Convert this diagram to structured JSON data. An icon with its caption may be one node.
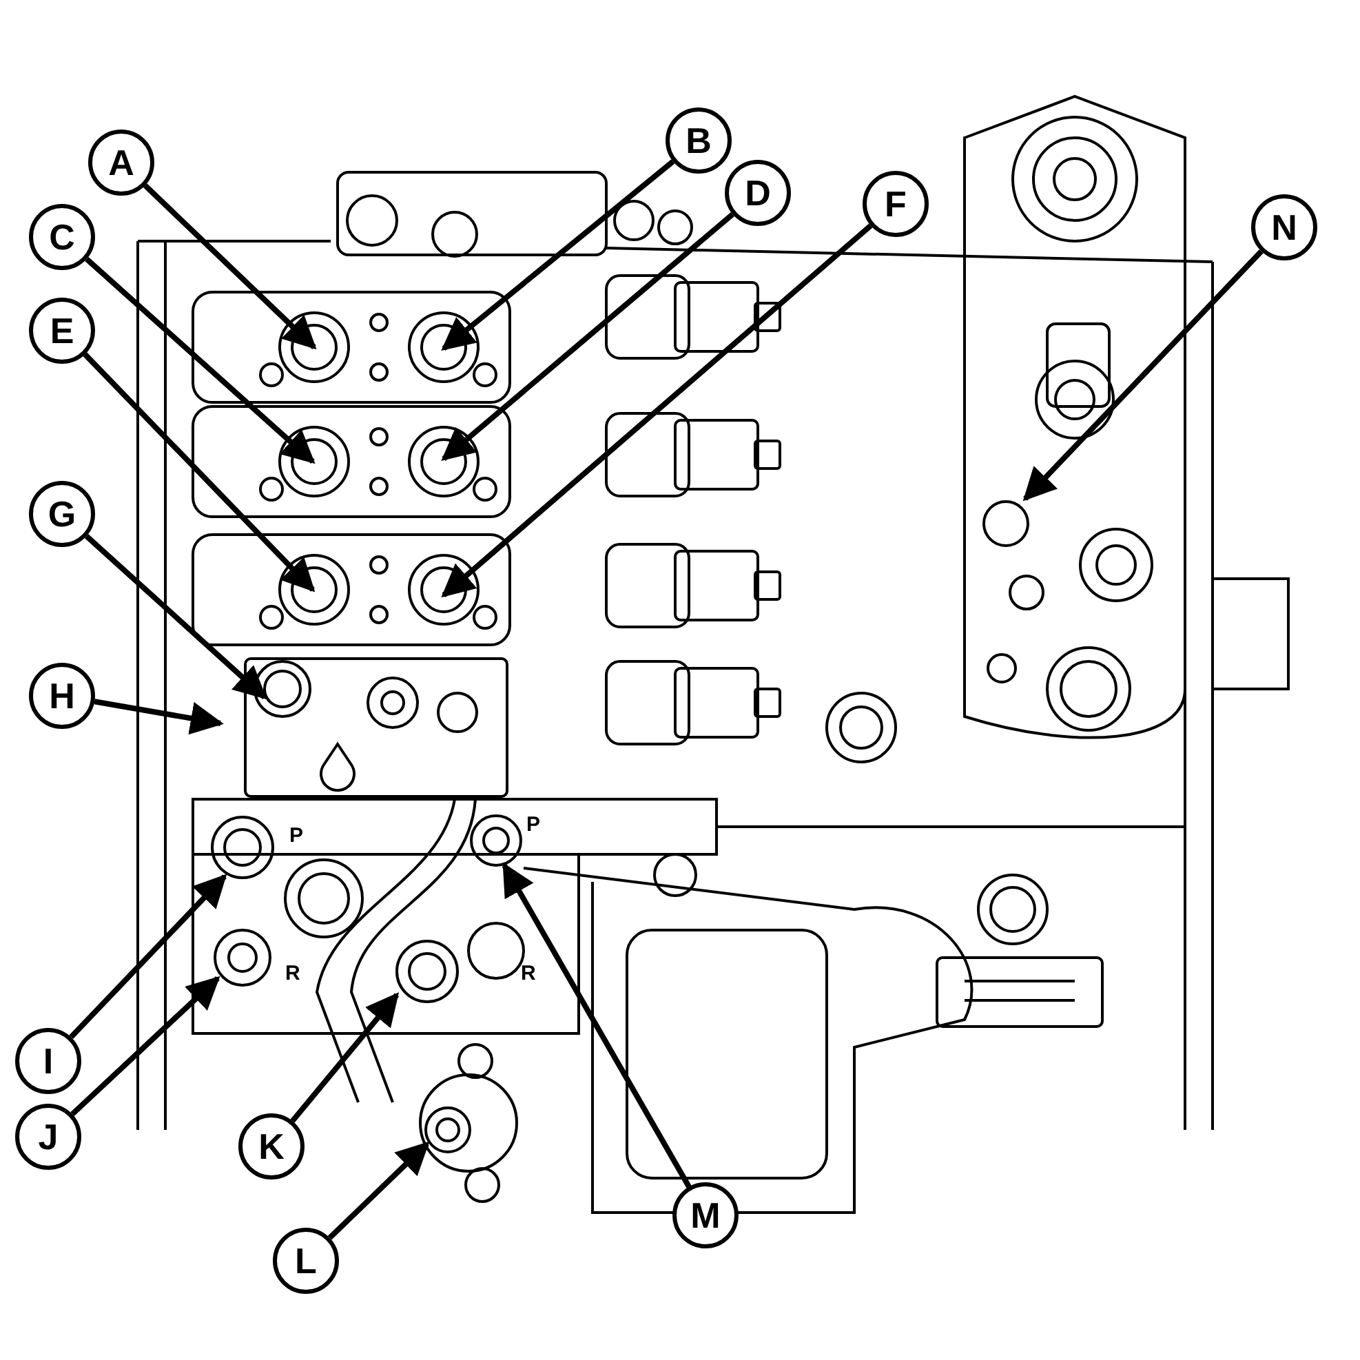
{
  "diagram": {
    "nodes": [
      {
        "text": [
          "A"
        ]
      },
      {
        "text": [
          "B"
        ]
      },
      {
        "text": [
          "C"
        ]
      },
      {
        "text": [
          "D"
        ]
      },
      {
        "text": [
          "E"
        ]
      },
      {
        "text": [
          "F"
        ]
      },
      {
        "text": [
          "G"
        ]
      },
      {
        "text": [
          "H"
        ]
      },
      {
        "text": [
          "I"
        ]
      },
      {
        "text": [
          "J"
        ]
      },
      {
        "text": [
          "K"
        ]
      },
      {
        "text": [
          "L"
        ]
      },
      {
        "text": [
          "M"
        ]
      },
      {
        "text": [
          "N"
        ]
      }
    ],
    "edges": [
      {
        "from": 0,
        "to": null,
        "arrow": "to"
      },
      {
        "from": 1,
        "to": null,
        "arrow": "to"
      },
      {
        "from": 2,
        "to": null,
        "arrow": "to"
      },
      {
        "from": 3,
        "to": null,
        "arrow": "to"
      },
      {
        "from": 4,
        "to": null,
        "arrow": "to"
      },
      {
        "from": 5,
        "to": null,
        "arrow": "to"
      },
      {
        "from": 6,
        "to": null,
        "arrow": "to"
      },
      {
        "from": 7,
        "to": null,
        "arrow": "to"
      },
      {
        "from": 8,
        "to": null,
        "arrow": "to"
      },
      {
        "from": 9,
        "to": null,
        "arrow": "to"
      },
      {
        "from": 10,
        "to": null,
        "arrow": "to"
      },
      {
        "from": 11,
        "to": null,
        "arrow": "to"
      },
      {
        "from": 12,
        "to": null,
        "arrow": "to"
      },
      {
        "from": 13,
        "to": null,
        "arrow": "to"
      }
    ],
    "labels": [
      "P",
      "P",
      "R",
      "R"
    ]
  }
}
